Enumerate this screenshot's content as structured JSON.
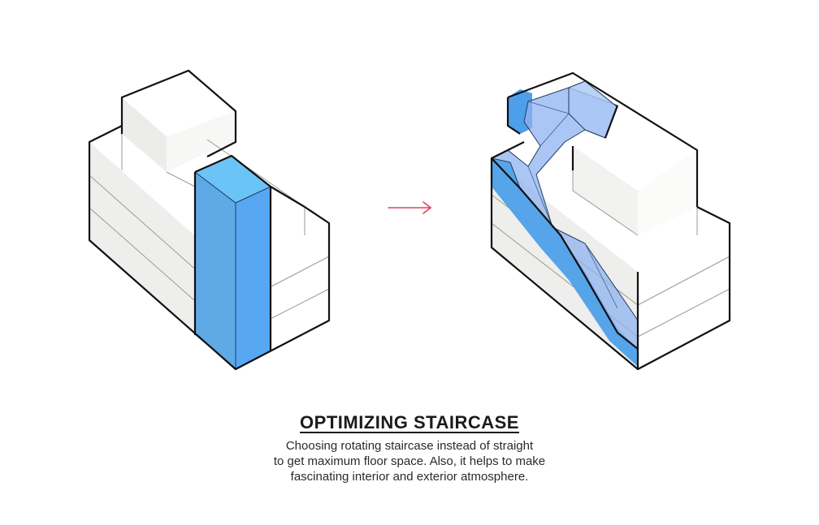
{
  "title": "OPTIMIZING STAIRCASE",
  "description": [
    "Choosing rotating staircase instead of straight",
    "to get maximum floor space. Also, it helps to make",
    "fascinating interior and exterior atmosphere."
  ],
  "colors": {
    "outline": "#111111",
    "thin_line": "#9a9a90",
    "wall_left": "#eeeeec",
    "wall_right": "#ffffff",
    "roof": "#ffffff",
    "blue_light": "#6cc3f7",
    "blue_mid": "#5ea9e6",
    "blue_right": "#57a7f2",
    "arrow": "#e4405d",
    "stair_fill": "#8fb3f0"
  },
  "icons": {
    "before": "straight-staircase-massing",
    "after": "rotating-staircase-massing",
    "transition": "right-arrow-icon"
  }
}
